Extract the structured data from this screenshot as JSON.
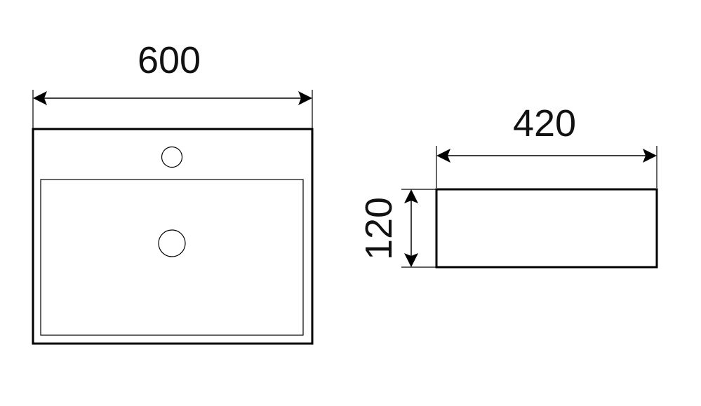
{
  "drawing": {
    "top_view": {
      "width_label": "600"
    },
    "side_view": {
      "width_label": "420",
      "height_label": "120"
    },
    "colors": {
      "line": "#000000",
      "background": "#ffffff"
    }
  }
}
